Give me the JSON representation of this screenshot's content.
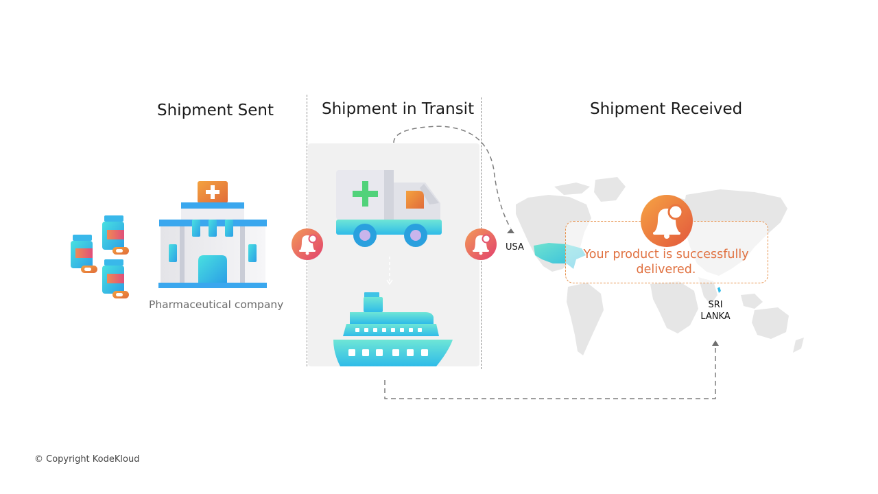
{
  "stages": {
    "sent_title": "Shipment Sent",
    "transit_title": "Shipment in Transit",
    "received_title": "Shipment Received"
  },
  "pharma_caption": "Pharmaceutical company",
  "locations": {
    "origin": "USA",
    "destination_line1": "SRI",
    "destination_line2": "LANKA"
  },
  "delivery_message": {
    "line1": "Your product is successfully",
    "line2": "delivered."
  },
  "copyright": "© Copyright KodeKloud",
  "icons": {
    "medicine": "medicine-bottle-icon",
    "hospital": "hospital-building-icon",
    "bell": "notification-bell-icon",
    "truck": "ambulance-truck-icon",
    "ship": "cargo-ship-icon",
    "map": "world-map"
  },
  "colors": {
    "teal": "#2ec8e6",
    "cyan_blue": "#3aa7ee",
    "orange": "#e8853a",
    "pink_red": "#e2496a",
    "message_orange": "#e0703f",
    "panel_gray": "#f1f1f1"
  }
}
